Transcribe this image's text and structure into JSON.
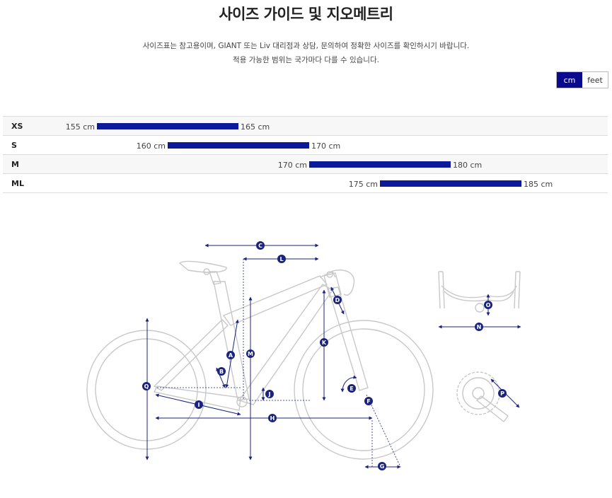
{
  "header": {
    "title": "사이즈 가이드 및 지오메트리",
    "description_line1": "사이즈표는 참고용이며, GIANT 또는 Liv 대리점과 상담, 문의하여 정확한 사이즈를 확인하시기 바랍니다.",
    "description_line2": "적용 가능한 범위는 국가마다 다를 수 있습니다."
  },
  "unit_toggle": {
    "options": [
      "cm",
      "feet"
    ],
    "selected": "cm"
  },
  "size_chart": {
    "scale_min_cm": 150,
    "scale_max_cm": 190,
    "rows": [
      {
        "size": "XS",
        "min": 155,
        "max": 165,
        "min_label": "155 cm",
        "max_label": "165 cm"
      },
      {
        "size": "S",
        "min": 160,
        "max": 170,
        "min_label": "160 cm",
        "max_label": "170 cm"
      },
      {
        "size": "M",
        "min": 170,
        "max": 180,
        "min_label": "170 cm",
        "max_label": "180 cm"
      },
      {
        "size": "ML",
        "min": 175,
        "max": 185,
        "min_label": "175 cm",
        "max_label": "185 cm"
      }
    ]
  },
  "geometry_markers": [
    "A",
    "B",
    "C",
    "D",
    "E",
    "F",
    "G",
    "H",
    "I",
    "J",
    "K",
    "L",
    "M",
    "N",
    "O",
    "P",
    "Q"
  ],
  "colors": {
    "accent": "#0a0a8c",
    "bar": "#0a1a9a",
    "frame_line": "#c8c8c8",
    "dimension": "#1a237e"
  }
}
